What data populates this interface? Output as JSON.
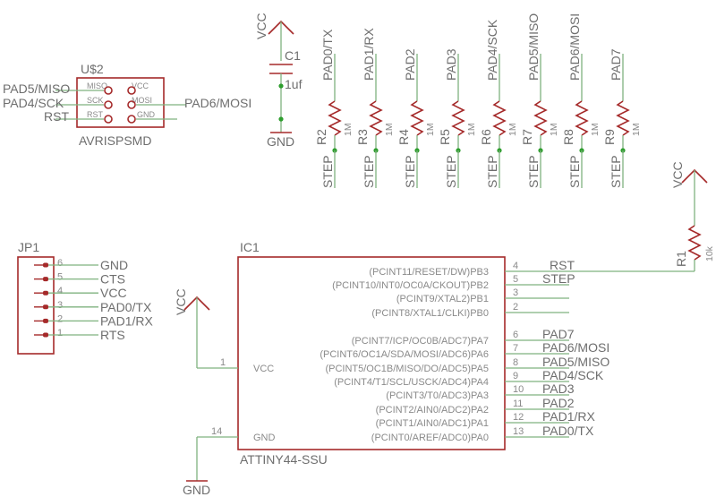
{
  "colors": {
    "wire": "#7fb27f",
    "symbol": "#a52a2a",
    "text": "#6e6e6e",
    "pin_text": "#8a8a8a",
    "junction": "#2e9e2e"
  },
  "capacitor": {
    "name": "C1",
    "value": "1uf",
    "vcc": "VCC",
    "gnd": "GND"
  },
  "resistor_array": [
    {
      "net": "PAD0/TX",
      "name": "R2",
      "value": "1M",
      "bottom": "STEP"
    },
    {
      "net": "PAD1/RX",
      "name": "R3",
      "value": "1M",
      "bottom": "STEP"
    },
    {
      "net": "PAD2",
      "name": "R4",
      "value": "1M",
      "bottom": "STEP"
    },
    {
      "net": "PAD3",
      "name": "R5",
      "value": "1M",
      "bottom": "STEP"
    },
    {
      "net": "PAD4/SCK",
      "name": "R6",
      "value": "1M",
      "bottom": "STEP"
    },
    {
      "net": "PAD5/MISO",
      "name": "R7",
      "value": "1M",
      "bottom": "STEP"
    },
    {
      "net": "PAD6/MOSI",
      "name": "R8",
      "value": "1M",
      "bottom": "STEP"
    },
    {
      "net": "PAD7",
      "name": "R9",
      "value": "1M",
      "bottom": "STEP"
    }
  ],
  "isp": {
    "name": "U$2",
    "part": "AVRISPSMD",
    "pins_left": [
      "MISO",
      "SCK",
      "RST"
    ],
    "pins_right": [
      "VCC",
      "MOSI",
      "GND"
    ],
    "nets_left": [
      "PAD5/MISO",
      "PAD4/SCK",
      "RST"
    ],
    "net_right": "PAD6/MOSI"
  },
  "r1": {
    "name": "R1",
    "value": "10k",
    "vcc": "VCC"
  },
  "jp1": {
    "name": "JP1",
    "pins": [
      {
        "num": "6",
        "net": "GND"
      },
      {
        "num": "5",
        "net": "CTS"
      },
      {
        "num": "4",
        "net": "VCC"
      },
      {
        "num": "3",
        "net": "PAD0/TX"
      },
      {
        "num": "2",
        "net": "PAD1/RX"
      },
      {
        "num": "1",
        "net": "RTS"
      }
    ]
  },
  "ic1": {
    "name": "IC1",
    "part": "ATTINY44-SSU",
    "vcc_pin": "VCC",
    "vcc_num": "1",
    "vcc_net": "VCC",
    "gnd_pin": "GND",
    "gnd_num": "14",
    "gnd_net": "GND",
    "right_pins": [
      {
        "label": "(PCINT11/RESET/DW)PB3",
        "num": "4",
        "net": "RST"
      },
      {
        "label": "(PCINT10/INT0/OC0A/CKOUT)PB2",
        "num": "5",
        "net": "STEP"
      },
      {
        "label": "(PCINT9/XTAL2)PB1",
        "num": "3",
        "net": ""
      },
      {
        "label": "(PCINT8/XTAL1/CLKI)PB0",
        "num": "2",
        "net": ""
      },
      {
        "label": "(PCINT7/ICP/OC0B/ADC7)PA7",
        "num": "6",
        "net": "PAD7"
      },
      {
        "label": "(PCINT6/OC1A/SDA/MOSI/ADC6)PA6",
        "num": "7",
        "net": "PAD6/MOSI"
      },
      {
        "label": "(PCINT5/OC1B/MISO/DO/ADC5)PA5",
        "num": "8",
        "net": "PAD5/MISO"
      },
      {
        "label": "(PCINT4/T1/SCL/USCK/ADC4)PA4",
        "num": "9",
        "net": "PAD4/SCK"
      },
      {
        "label": "(PCINT3/T0/ADC3)PA3",
        "num": "10",
        "net": "PAD3"
      },
      {
        "label": "(PCINT2/AIN0/ADC2)PA2",
        "num": "11",
        "net": "PAD2"
      },
      {
        "label": "(PCINT1/AIN0/ADC1)PA1",
        "num": "12",
        "net": "PAD1/RX"
      },
      {
        "label": "(PCINT0/AREF/ADC0)PA0",
        "num": "13",
        "net": "PAD0/TX"
      }
    ]
  }
}
